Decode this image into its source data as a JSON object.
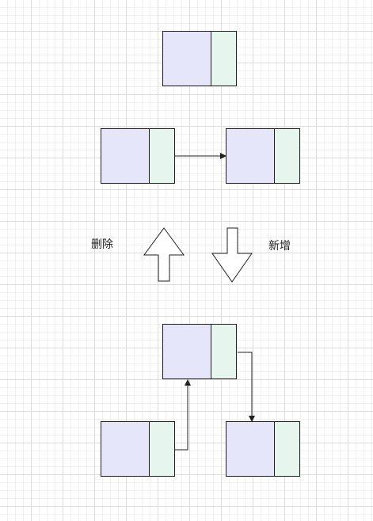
{
  "labels": {
    "delete": "删除",
    "add": "新增"
  },
  "colors": {
    "node_data_fill": "#e6e6fa",
    "node_pointer_fill": "#e6f5ee",
    "stroke": "#1f1f1f"
  },
  "diagram": {
    "sections": [
      {
        "name": "single-node",
        "nodes": 1
      },
      {
        "name": "two-node-list",
        "nodes": 2,
        "edges": 1
      },
      {
        "name": "three-node-list",
        "nodes": 3,
        "edges": 2
      }
    ]
  }
}
